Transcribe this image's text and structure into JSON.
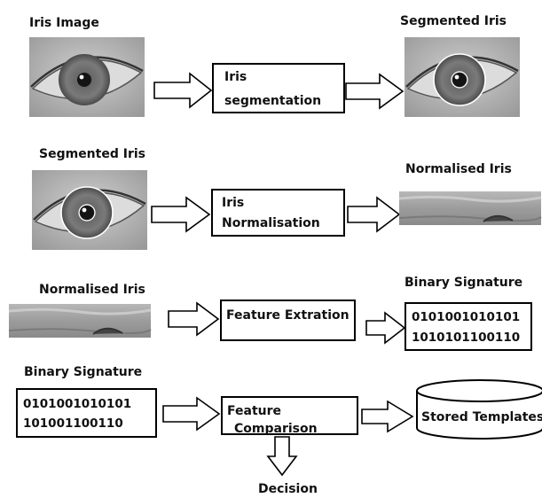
{
  "row1": {
    "input_label": "Iris Image",
    "process_label": [
      "Iris",
      "segmentation"
    ],
    "output_label": "Segmented Iris"
  },
  "row2": {
    "input_label": "Segmented Iris",
    "process_label": [
      "Iris",
      "Normalisation"
    ],
    "output_label": "Normalised Iris"
  },
  "row3": {
    "input_label": "Normalised Iris",
    "process_label": [
      "Feature Extration"
    ],
    "output_label": "Binary Signature",
    "output_bits": [
      "0101001010101",
      "1010101100110"
    ]
  },
  "row4": {
    "input_label": "Binary Signature",
    "input_bits": [
      "0101001010101",
      "101001100110"
    ],
    "process_label": [
      "Feature",
      "Comparison"
    ],
    "output_label": "Stored Templates",
    "decision_label": "Decision"
  },
  "colors": {
    "line": "#000000",
    "box_fill": "#ffffff",
    "eye_skin": "#b3b3b3",
    "iris": "#6e6e6e",
    "pupil": "#141414"
  }
}
